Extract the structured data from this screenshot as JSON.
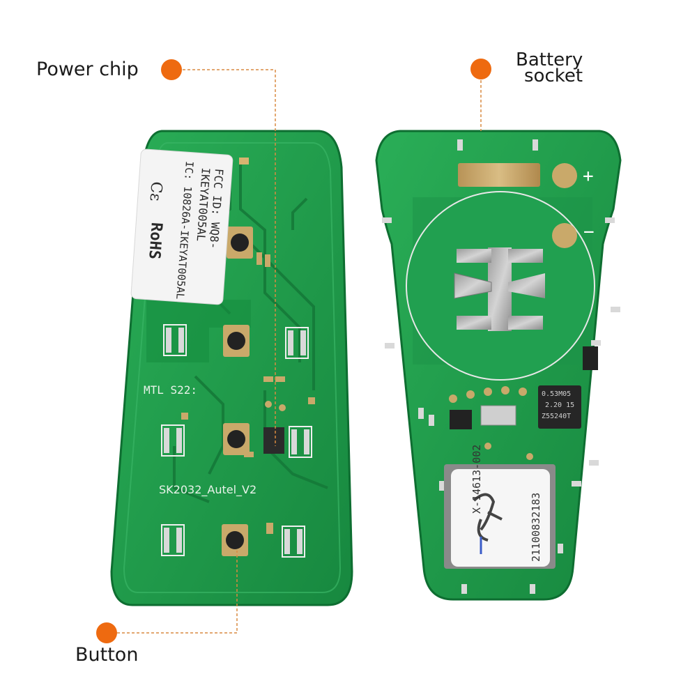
{
  "callouts": {
    "power_chip": "Power chip",
    "battery_socket_line1": "Battery",
    "battery_socket_line2": "socket",
    "button": "Button"
  },
  "left_board": {
    "sticker_line1": "FCC ID: WQ8-IKEYAT005AL",
    "sticker_line2": "IC: 10826A-IKEYAT005AL",
    "sticker_ce": "Cε",
    "sticker_rohs": "RoHS",
    "silk_mtl": "MTL S22:",
    "silk_model": "SK2032_Autel_V2"
  },
  "right_board": {
    "plus_sign": "+",
    "minus_sign": "−",
    "chip_line1": "0.53M05",
    "chip_line2": "2.20 15",
    "chip_line3": "Z55240T",
    "module_line1": "X-14613-002",
    "module_line2": "21100832183"
  },
  "colors": {
    "pcb_green": "#1f9a4a",
    "accent_dot": "#ee6a10",
    "gold_pad": "#c9a96a"
  }
}
